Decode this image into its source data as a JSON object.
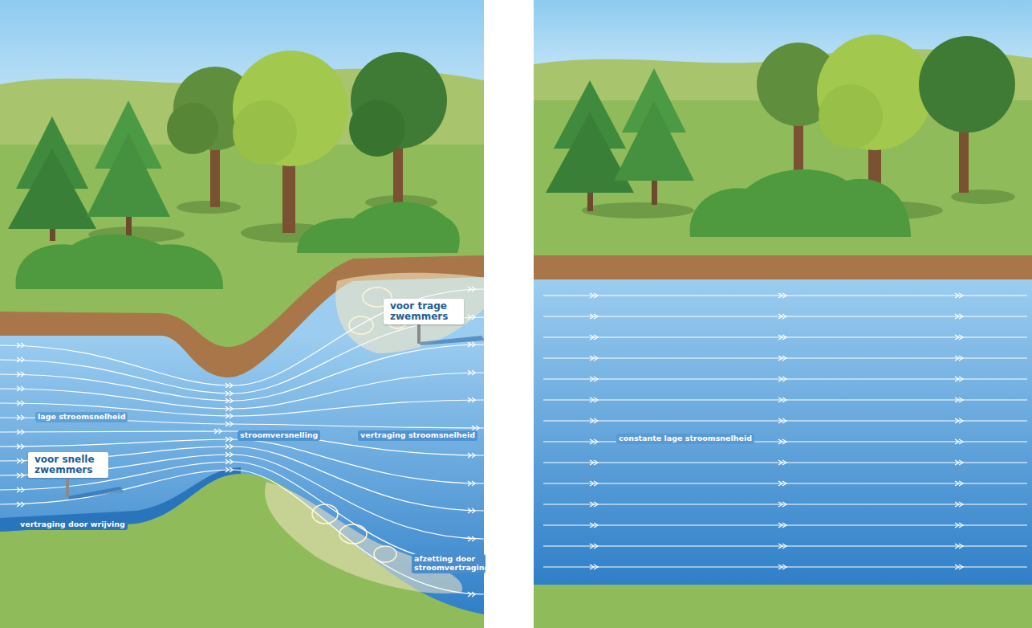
{
  "diagram": {
    "nodes": [
      {
        "text": [
          "voor trage zwemmers"
        ]
      },
      {
        "text": [
          "voor snelle zwemmers"
        ]
      }
    ],
    "labels": [
      "lage stroomsnelheid",
      "stroomversnelling",
      "vertraging stroomsnelheid",
      "vertraging door wrijving",
      "afzetting door stroomvertraging",
      "constante lage stroomsnelheid"
    ]
  }
}
